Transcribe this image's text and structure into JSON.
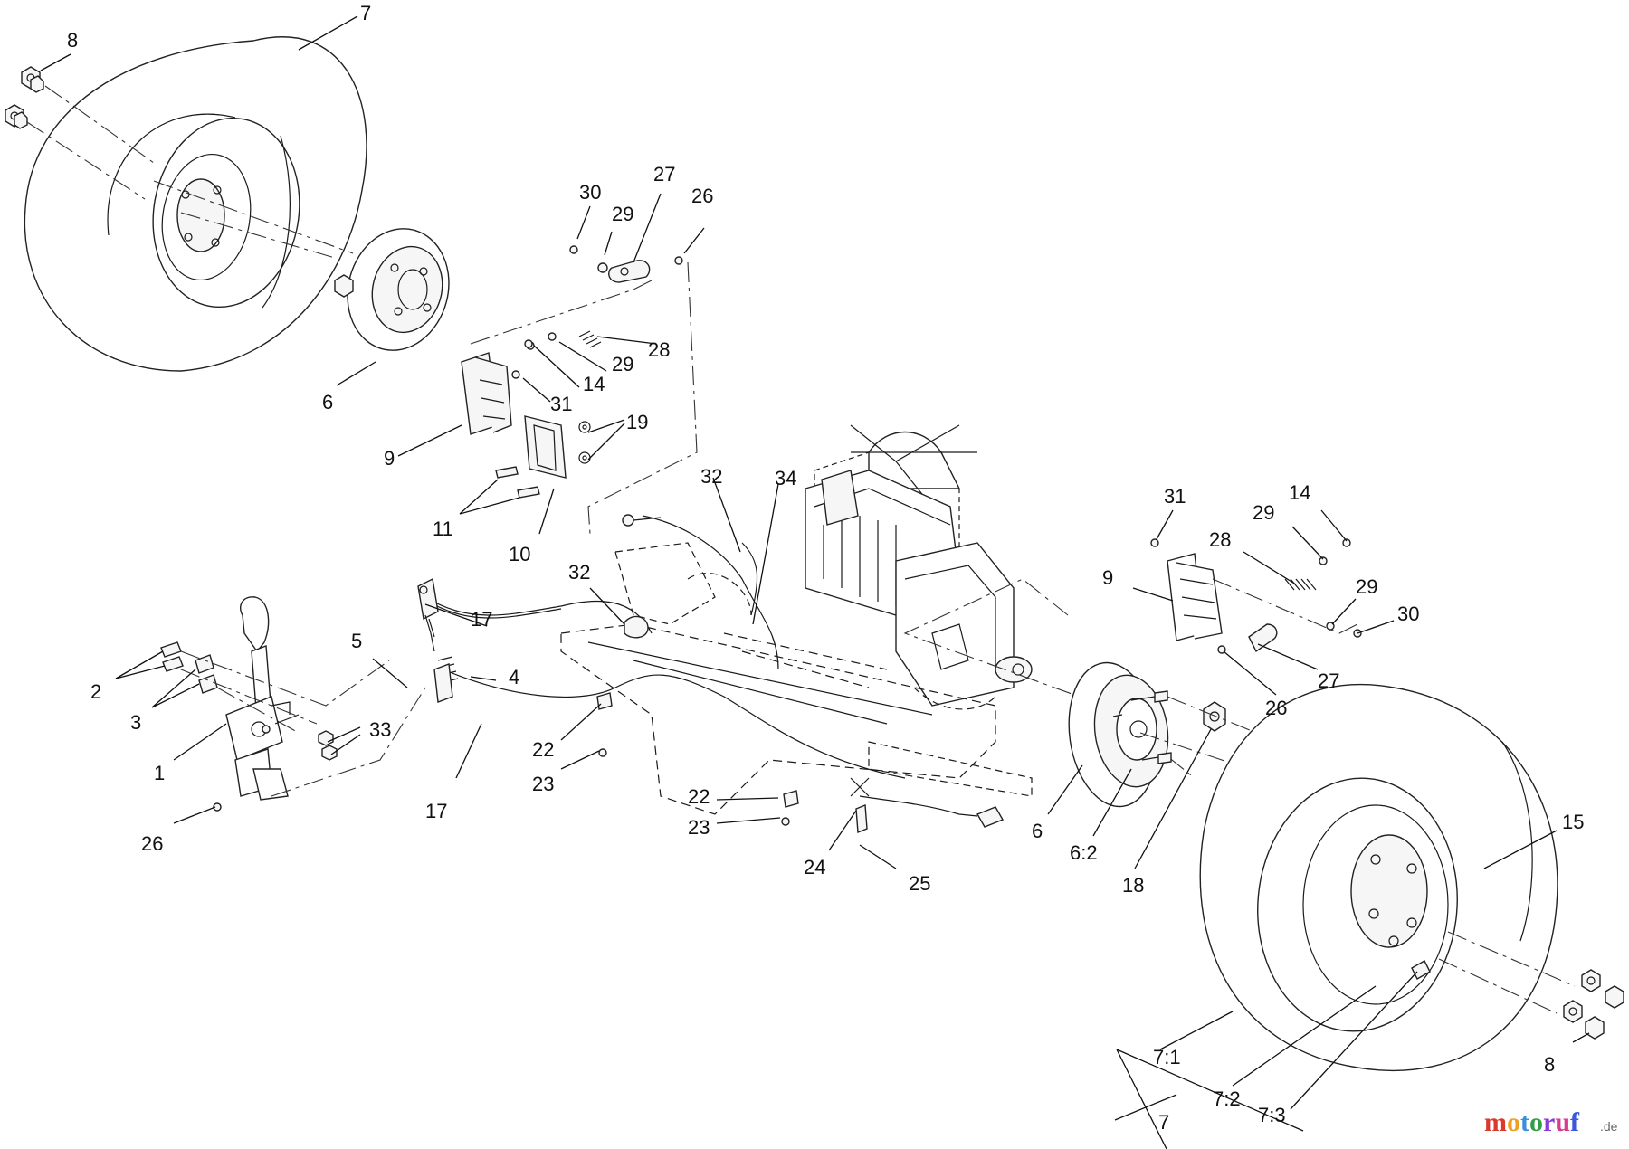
{
  "callouts": {
    "c7_top": "7",
    "c8_top": "8",
    "c6_top": "6",
    "c30_top": "30",
    "c29_top": "29",
    "c27_top": "27",
    "c26_top": "26",
    "c28_top": "28",
    "c29_mid": "29",
    "c14_top": "14",
    "c31_top": "31",
    "c9_top": "9",
    "c19": "19",
    "c11": "11",
    "c10": "10",
    "c32_a": "32",
    "c34": "34",
    "c32_b": "32",
    "c17_top": "17",
    "c5": "5",
    "c4": "4",
    "c2": "2",
    "c3": "3",
    "c33": "33",
    "c1": "1",
    "c26_left": "26",
    "c17_bot": "17",
    "c22_a": "22",
    "c23_a": "23",
    "c22_b": "22",
    "c23_b": "23",
    "c24": "24",
    "c25": "25",
    "c31_r": "31",
    "c14_r": "14",
    "c29_r1": "29",
    "c28_r": "28",
    "c9_r": "9",
    "c29_r2": "29",
    "c30_r": "30",
    "c27_r": "27",
    "c26_r": "26",
    "c6_r": "6",
    "c62": "6:2",
    "c18": "18",
    "c15": "15",
    "c71": "7:1",
    "c72": "7:2",
    "c73": "7:3",
    "c7_bot": "7",
    "c8_bot": "8"
  },
  "watermark": {
    "letters": [
      "m",
      "o",
      "t",
      "o",
      "r",
      "u",
      "f"
    ],
    "colors": [
      "#d93a2b",
      "#f0a020",
      "#3a8fd9",
      "#2f9e44",
      "#8a3ad9",
      "#d93a8f",
      "#3a5ad9"
    ],
    "suffix": ".de"
  }
}
